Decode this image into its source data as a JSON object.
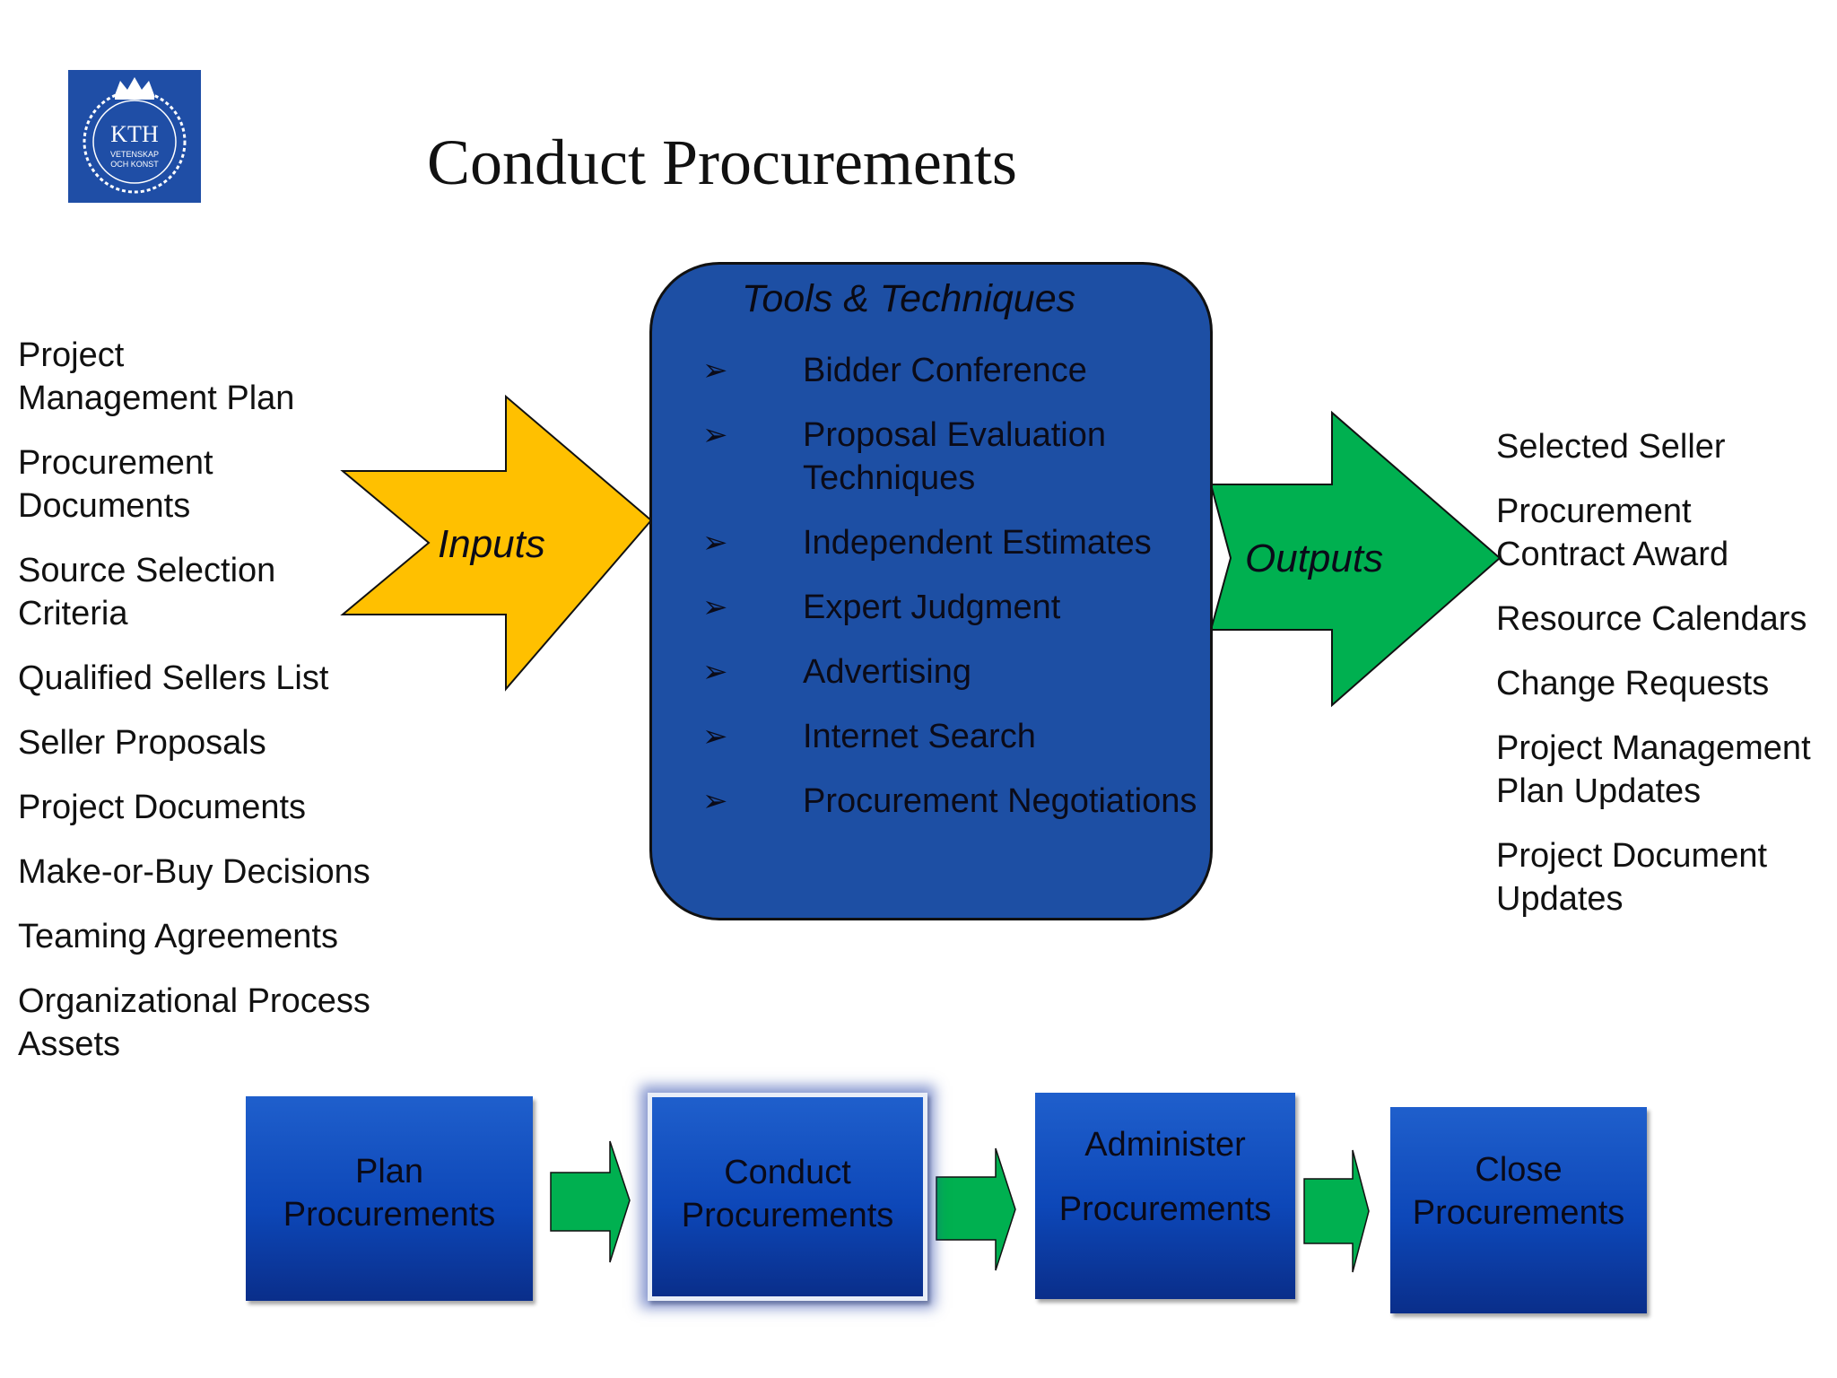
{
  "title": "Conduct Procurements",
  "logo": {
    "text": "KTH",
    "subtext_line1": "VETENSKAP",
    "subtext_line2": "OCH KONST",
    "color": "#1f4ea6"
  },
  "inputs": {
    "label": "Inputs",
    "color": "#ffc000",
    "items": [
      "Project\nManagement Plan",
      "Procurement\nDocuments",
      "Source Selection\nCriteria",
      "Qualified Sellers List",
      "Seller Proposals",
      "Project Documents",
      "Make-or-Buy Decisions",
      "Teaming Agreements",
      "Organizational Process\nAssets"
    ]
  },
  "tools": {
    "title": "Tools & Techniques",
    "bullet": "➢",
    "color": "#1d4fa4",
    "items": [
      "Bidder Conference",
      "Proposal Evaluation\nTechniques",
      "Independent Estimates",
      "Expert Judgment",
      "Advertising",
      "Internet Search",
      "Procurement Negotiations"
    ]
  },
  "outputs": {
    "label": "Outputs",
    "color": "#00b050",
    "items": [
      "Selected Seller",
      "Procurement\nContract Award",
      "Resource Calendars",
      "Change Requests",
      "Project Management\nPlan Updates",
      "Project Document\nUpdates"
    ]
  },
  "process": {
    "steps": [
      "Plan\nProcurements",
      "Conduct\nProcurements",
      "Administer\n\nProcurements",
      "Close\nProcurements"
    ],
    "current": "Conduct\nProcurements",
    "connector_color": "#00b050"
  }
}
